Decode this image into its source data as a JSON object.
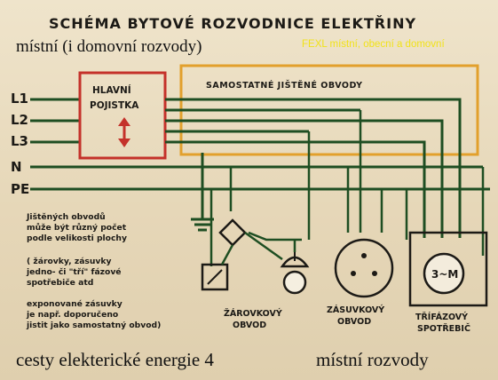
{
  "diagram": {
    "title": "SCHÉMA BYTOVÉ ROZVODNICE ELEKTŘINY",
    "conductor_labels": [
      "L1",
      "L2",
      "L3",
      "N",
      "PE"
    ],
    "main_fuse_label_1": "HLAVNÍ",
    "main_fuse_label_2": "POJISTKA",
    "protected_circuits_label": "SAMOSTATNÉ JIŠTĚNÉ OBVODY",
    "note_lines": [
      "Jištěných obvodů",
      "může být různý počet",
      "podle velikosti plochy",
      "( žárovky, zásuvky",
      "jedno- či \"tří\" fázové",
      "spotřebiče atd",
      "exponované zásuvky",
      "je např. doporučeno",
      "jistit jako samostatný obvod)"
    ],
    "motor_label": "3~M",
    "lamp_circuit_label": [
      "ŽÁROVKOVÝ",
      "OBVOD"
    ],
    "socket_circuit_label": [
      "ZÁSUVKOVÝ",
      "OBVOD"
    ],
    "three_phase_label": [
      "TŘÍFÁZOVÝ",
      "SPOTŘEBIČ"
    ]
  },
  "overlay": {
    "subtitle": "místní (i domovní rozvody)",
    "corner_tag": "FEXL místní, obecní a domovní",
    "bottom_left": "cesty elekterické energie 4",
    "bottom_right": "místní rozvody"
  },
  "colors": {
    "wire": "#1e4e22",
    "fuse": "#c4312a",
    "circuit_box": "#e2a02c",
    "corner_tag": "#f1e21a"
  }
}
